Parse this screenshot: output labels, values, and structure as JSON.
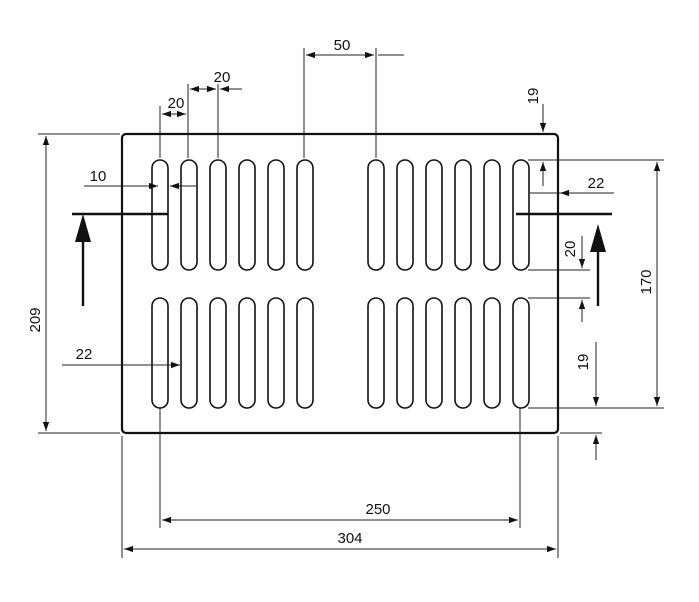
{
  "drawing": {
    "dimensions": {
      "slot_pitch_top": "20",
      "slot_pitch_second": "20",
      "gap_between_groups": "50",
      "slot_width": "10",
      "top_margin": "19",
      "right_margin_upper": "22",
      "overall_height": "209",
      "slot_zone_height": "170",
      "gap_between_rows": "20",
      "left_margin_lower": "22",
      "bottom_margin": "19",
      "slot_span": "250",
      "overall_width": "304"
    },
    "slots_per_group": 6,
    "groups_per_row": 2,
    "rows": 2,
    "section_markers": [
      "section-arrow-left",
      "section-arrow-right"
    ]
  }
}
